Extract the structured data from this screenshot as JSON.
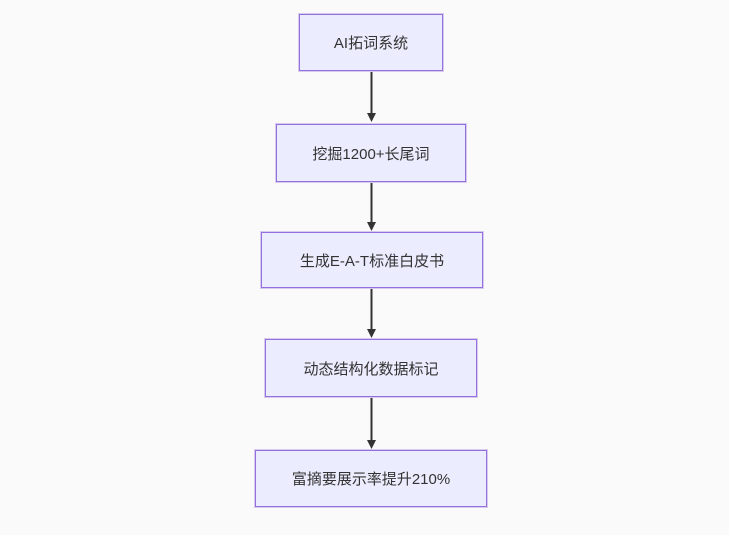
{
  "diagram": {
    "type": "flowchart",
    "direction": "top-down",
    "colors": {
      "background": "#fafafa",
      "node_fill": "#ececff",
      "node_border": "#9370db",
      "text": "#333333",
      "arrow": "#333333"
    },
    "nodes": [
      {
        "label": "AI拓词系统"
      },
      {
        "label": "挖掘1200+长尾词"
      },
      {
        "label": "生成E-A-T标准白皮书"
      },
      {
        "label": "动态结构化数据标记"
      },
      {
        "label": "富摘要展示率提升210%"
      }
    ],
    "edges": [
      {
        "from": "AI拓词系统",
        "to": "挖掘1200+长尾词"
      },
      {
        "from": "挖掘1200+长尾词",
        "to": "生成E-A-T标准白皮书"
      },
      {
        "from": "生成E-A-T标准白皮书",
        "to": "动态结构化数据标记"
      },
      {
        "from": "动态结构化数据标记",
        "to": "富摘要展示率提升210%"
      }
    ]
  }
}
